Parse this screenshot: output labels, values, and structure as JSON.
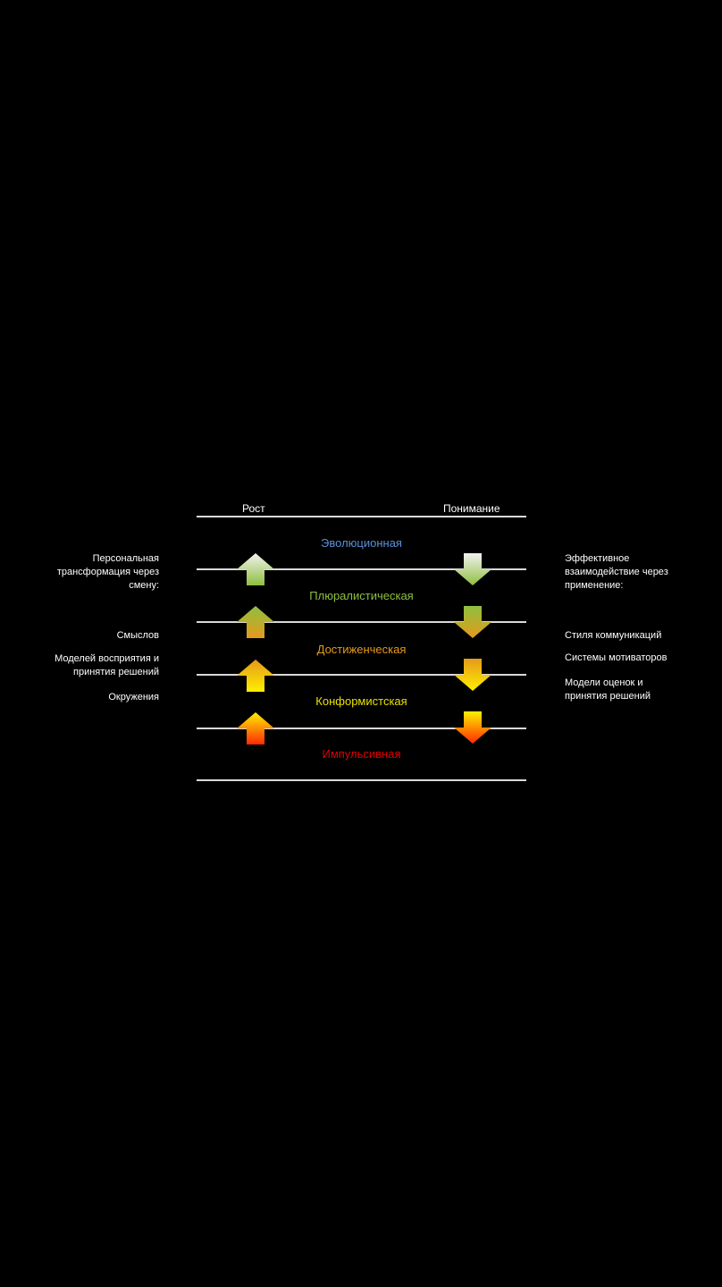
{
  "columns": {
    "left": "Рост",
    "right": "Понимание"
  },
  "levels": [
    {
      "label": "Эволюционная",
      "color": "#5b8fd6"
    },
    {
      "label": "Плюралистическая",
      "color": "#8fbf3f"
    },
    {
      "label": "Достиженческая",
      "color": "#e59a1c"
    },
    {
      "label": "Конформистская",
      "color": "#e8e000"
    },
    {
      "label": "Импульсивная",
      "color": "#e00000"
    }
  ],
  "left_side": {
    "intro": "Персональная трансформация через смену:",
    "items": [
      "Смыслов",
      "Моделей восприятия и принятия решений",
      "Окружения"
    ]
  },
  "right_side": {
    "intro": "Эффективное взаимодействие через применение:",
    "items": [
      "Стиля коммуникаций",
      "Системы мотиваторов",
      "Модели оценок и принятия решений"
    ]
  },
  "arrow_colors": {
    "white": "#f2f2f2",
    "green": "#8fbf3f",
    "orange": "#e59a1c",
    "yellow": "#ffef00",
    "red": "#ff2a00"
  },
  "up_arrows": [
    {
      "icon": "up-arrow-icon",
      "top": "white",
      "bottom": "green"
    },
    {
      "icon": "up-arrow-icon",
      "top": "green",
      "bottom": "orange"
    },
    {
      "icon": "up-arrow-icon",
      "top": "orange",
      "bottom": "yellow"
    },
    {
      "icon": "up-arrow-icon",
      "top": "yellow",
      "bottom": "red"
    }
  ],
  "down_arrows": [
    {
      "icon": "down-arrow-icon",
      "top": "white",
      "bottom": "green"
    },
    {
      "icon": "down-arrow-icon",
      "top": "green",
      "bottom": "orange"
    },
    {
      "icon": "down-arrow-icon",
      "top": "orange",
      "bottom": "yellow"
    },
    {
      "icon": "down-arrow-icon",
      "top": "yellow",
      "bottom": "red"
    }
  ]
}
